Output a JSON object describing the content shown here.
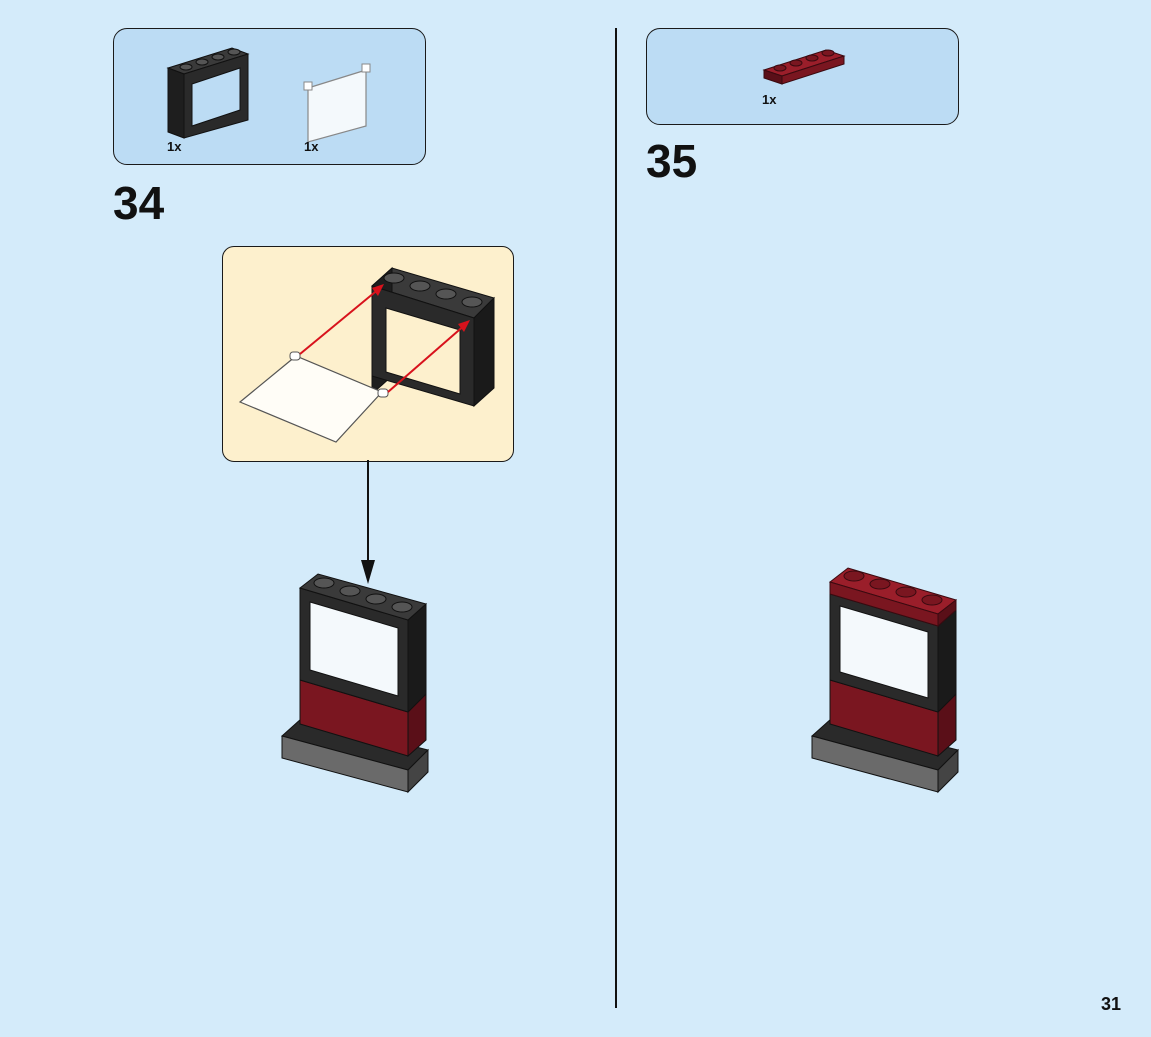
{
  "page_number": "31",
  "steps": [
    {
      "number": "34",
      "parts": [
        {
          "name": "black-window-frame-1x4x3",
          "qty": "1x",
          "color": "#1e1e1e"
        },
        {
          "name": "transparent-window-pane",
          "qty": "1x",
          "color": "#f4f9fc"
        }
      ]
    },
    {
      "number": "35",
      "parts": [
        {
          "name": "dark-red-plate-1x4",
          "qty": "1x",
          "color": "#7a1620"
        }
      ]
    }
  ],
  "colors": {
    "background": "#d4ebfa",
    "callout": "#bcdcf4",
    "sub_callout": "#fdf0cd",
    "arrow_red": "#d8121c",
    "dark_red": "#7a1620",
    "black_brick": "#1e1e1e"
  }
}
